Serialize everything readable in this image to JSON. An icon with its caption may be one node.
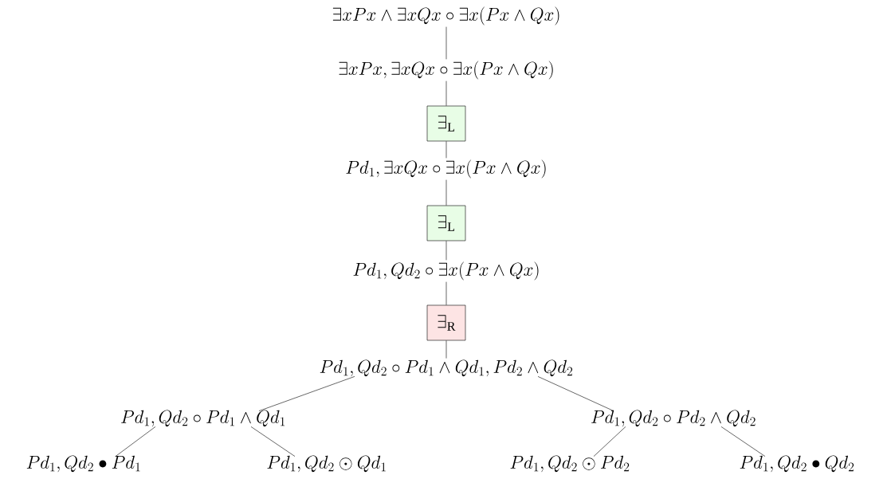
{
  "diagram": {
    "nodes": [
      {
        "text": [
          "\\exists xPx \\wedge \\exists xQx \\circ \\exists x(Px \\wedge Qx)"
        ]
      },
      {
        "text": [
          "\\exists xPx, \\exists xQx \\circ \\exists x(Px \\wedge Qx)"
        ]
      },
      {
        "text": [
          "\\exists_{\\mathrm{L}}"
        ]
      },
      {
        "text": [
          "Pd_1, \\exists xQx \\circ \\exists x(Px \\wedge Qx)"
        ]
      },
      {
        "text": [
          "\\exists_{\\mathrm{L}}"
        ]
      },
      {
        "text": [
          "Pd_1, Qd_2 \\circ \\exists x(Px \\wedge Qx)"
        ]
      },
      {
        "text": [
          "\\exists_{\\mathrm{R}}"
        ]
      },
      {
        "text": [
          "Pd_1, Qd_2 \\circ Pd_1 \\wedge Qd_1, Pd_2 \\wedge Qd_2"
        ]
      },
      {
        "text": [
          "Pd_1, Qd_2 \\circ Pd_1 \\wedge Qd_1"
        ]
      },
      {
        "text": [
          "Pd_1, Qd_2 \\circ Pd_2 \\wedge Qd_2"
        ]
      },
      {
        "text": [
          "Pd_1, Qd_2 \\bullet Pd_1"
        ]
      },
      {
        "text": [
          "Pd_1, Qd_2 \\odot Qd_1"
        ]
      },
      {
        "text": [
          "Pd_1, Qd_2 \\odot Pd_2"
        ]
      },
      {
        "text": [
          "Pd_1, Qd_2 \\bullet Qd_2"
        ]
      }
    ],
    "edges": [
      {
        "from": 0,
        "to": 1,
        "arrow": "none"
      },
      {
        "from": 1,
        "to": 2,
        "arrow": "none"
      },
      {
        "from": 2,
        "to": 3,
        "arrow": "none"
      },
      {
        "from": 3,
        "to": 4,
        "arrow": "none"
      },
      {
        "from": 4,
        "to": 5,
        "arrow": "none"
      },
      {
        "from": 5,
        "to": 6,
        "arrow": "none"
      },
      {
        "from": 6,
        "to": 7,
        "arrow": "none"
      },
      {
        "from": 7,
        "to": 8,
        "arrow": "none"
      },
      {
        "from": 7,
        "to": 9,
        "arrow": "none"
      },
      {
        "from": 8,
        "to": 10,
        "arrow": "none"
      },
      {
        "from": 8,
        "to": 11,
        "arrow": "none"
      },
      {
        "from": 9,
        "to": 12,
        "arrow": "none"
      },
      {
        "from": 9,
        "to": 13,
        "arrow": "none"
      }
    ]
  }
}
